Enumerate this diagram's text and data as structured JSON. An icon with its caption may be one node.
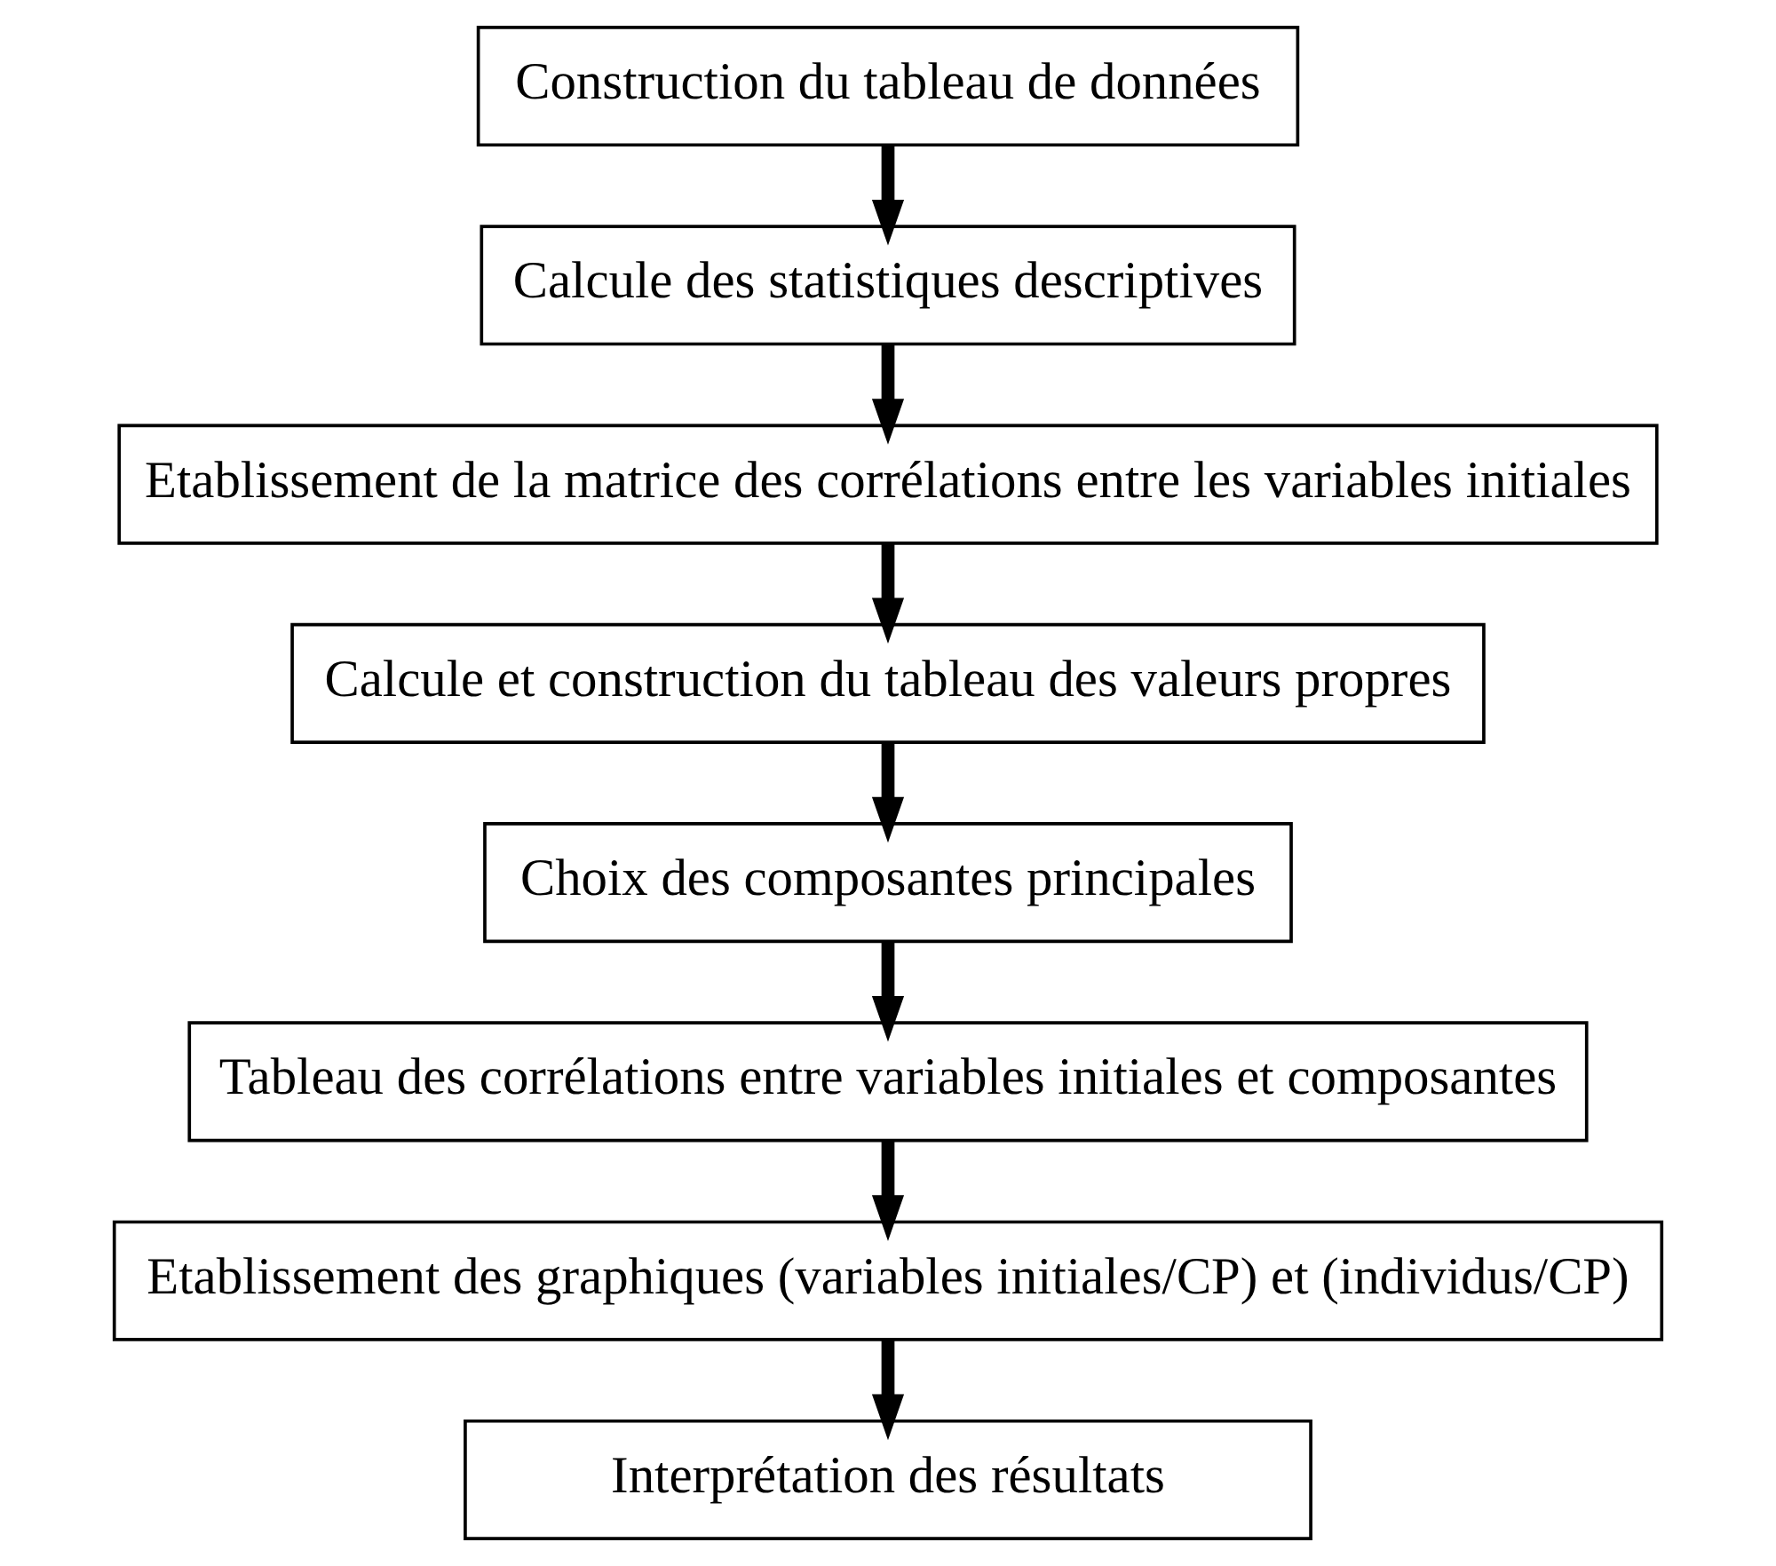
{
  "diagram": {
    "nodes": [
      {
        "text": [
          "Construction du tableau de données"
        ]
      },
      {
        "text": [
          "Calcule des statistiques descriptives"
        ]
      },
      {
        "text": [
          "Etablissement de la matrice des corrélations entre les variables initiales"
        ]
      },
      {
        "text": [
          "Calcule et construction du tableau des valeurs propres"
        ]
      },
      {
        "text": [
          "Choix des composantes principales"
        ]
      },
      {
        "text": [
          "Tableau des corrélations entre variables initiales et composantes"
        ]
      },
      {
        "text": [
          "Etablissement des graphiques (variables initiales/CP) et (individus/CP)"
        ]
      },
      {
        "text": [
          "Interprétation des résultats"
        ]
      }
    ],
    "edges": [
      {
        "from": 0,
        "to": 1,
        "arrow": "to"
      },
      {
        "from": 1,
        "to": 2,
        "arrow": "to"
      },
      {
        "from": 2,
        "to": 3,
        "arrow": "to"
      },
      {
        "from": 3,
        "to": 4,
        "arrow": "to"
      },
      {
        "from": 4,
        "to": 5,
        "arrow": "to"
      },
      {
        "from": 5,
        "to": 6,
        "arrow": "to"
      },
      {
        "from": 6,
        "to": 7,
        "arrow": "to"
      }
    ]
  }
}
